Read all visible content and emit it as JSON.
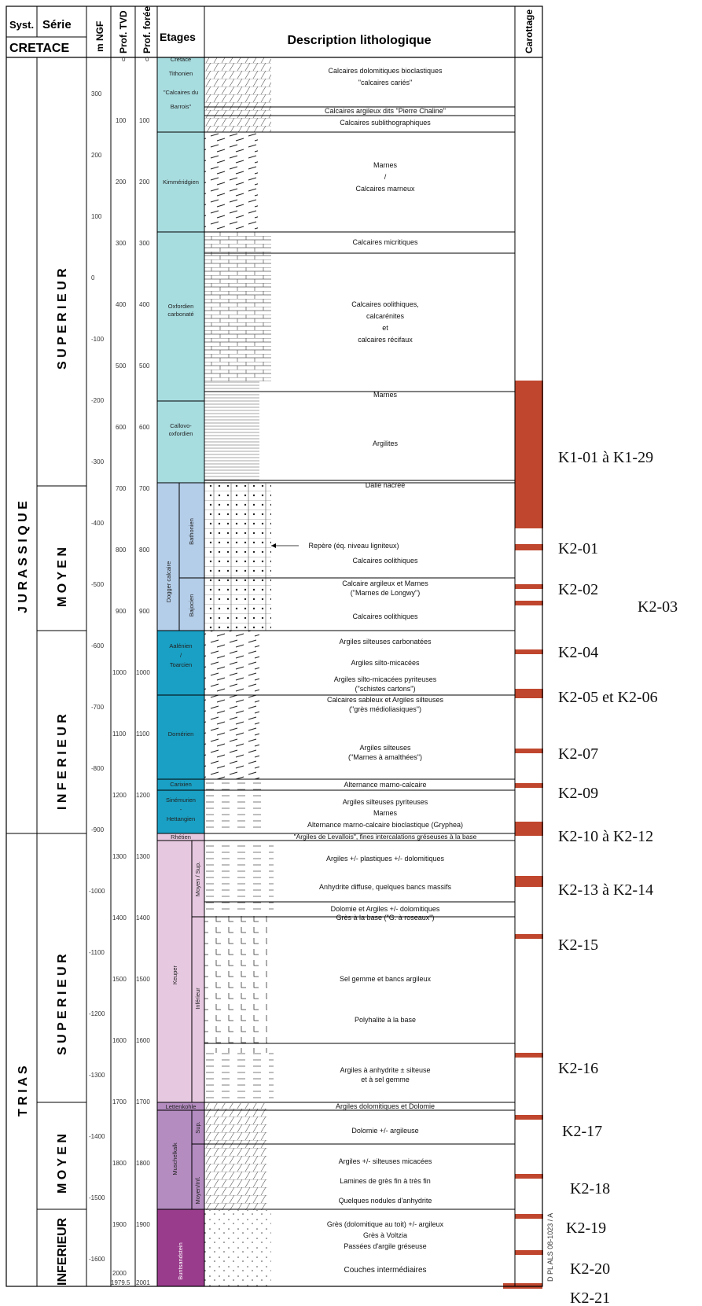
{
  "header": {
    "syst": "Syst.",
    "serie": "Série",
    "cretace": "CRETACE",
    "mngf": "m NGF",
    "prof_tvd": "Prof. TVD",
    "prof_foree": "Prof. forée",
    "etages": "Etages",
    "description": "Description lithologique",
    "carottage": "Carottage"
  },
  "systems": [
    "J U R A S S I Q U E",
    "T R I A S"
  ],
  "series": [
    "S U P E R I E U R",
    "M O Y E N",
    "I N F E R I E U R",
    "S U P E R I E U R",
    "M O Y E N",
    "INFERIEUR"
  ],
  "ngf_ticks": [
    "300",
    "200",
    "100",
    "0",
    "-100",
    "-200",
    "-300",
    "-400",
    "-500",
    "-600",
    "-700",
    "-800",
    "-900",
    "-1000",
    "-1100",
    "-1200",
    "-1300",
    "-1400",
    "-1500",
    "-1600"
  ],
  "tvd_ticks": [
    "0",
    "100",
    "200",
    "300",
    "400",
    "500",
    "600",
    "700",
    "800",
    "900",
    "1000",
    "1100",
    "1200",
    "1300",
    "1400",
    "1500",
    "1600",
    "1700",
    "1800",
    "1900",
    "2000",
    "1979.5"
  ],
  "foree_ticks": [
    "0",
    "100",
    "200",
    "300",
    "400",
    "500",
    "600",
    "700",
    "800",
    "900",
    "1000",
    "1100",
    "1200",
    "1300",
    "1400",
    "1500",
    "1600",
    "1700",
    "1800",
    "1900",
    "2001"
  ],
  "stages": [
    {
      "label": "Crétacé",
      "color": "#a8dde0"
    },
    {
      "label": "Tithonien",
      "color": "#a8dde0"
    },
    {
      "label": "\"Calcaires du",
      "color": "#a8dde0"
    },
    {
      "label": "Barrois\"",
      "color": "#a8dde0"
    },
    {
      "label": "Kimméridgien",
      "color": "#a8dde0"
    },
    {
      "label": "Oxfordien",
      "color": "#a8dde0"
    },
    {
      "label": "carbonaté",
      "color": "#a8dde0"
    },
    {
      "label": "Callovo-",
      "color": "#a8dde0"
    },
    {
      "label": "oxfordien",
      "color": "#a8dde0"
    },
    {
      "label": "Dogger calcaire",
      "color": "#b4cde8"
    },
    {
      "label": "Bathonien",
      "color": "#b4cde8"
    },
    {
      "label": "Bajocien",
      "color": "#b4cde8"
    },
    {
      "label": "Aalénien",
      "color": "#1aa0c4"
    },
    {
      "label": "/",
      "color": "#1aa0c4"
    },
    {
      "label": "Toarcien",
      "color": "#1aa0c4"
    },
    {
      "label": "Domérien",
      "color": "#1aa0c4"
    },
    {
      "label": "Carixien",
      "color": "#1aa0c4"
    },
    {
      "label": "Sinémurien",
      "color": "#1aa0c4"
    },
    {
      "label": "-",
      "color": "#1aa0c4"
    },
    {
      "label": "Hettangien",
      "color": "#1aa0c4"
    },
    {
      "label": "Rhétien",
      "color": "#e6c8e0"
    },
    {
      "label": "Keuper",
      "color": "#e6c8e0"
    },
    {
      "label": "Moyen / Sup.",
      "color": "#e6c8e0"
    },
    {
      "label": "Inférieur",
      "color": "#e6c8e0"
    },
    {
      "label": "Lettenkohle",
      "color": "#b48cc0"
    },
    {
      "label": "Muschelkalk",
      "color": "#b48cc0"
    },
    {
      "label": "Sup.",
      "color": "#b48cc0"
    },
    {
      "label": "Moyen/Inf.",
      "color": "#b48cc0"
    },
    {
      "label": "Buntsandstein",
      "color": "#9a3c8c"
    }
  ],
  "descriptions": [
    "Calcaires dolomitiques bioclastiques",
    "\"calcaires cariés\"",
    "Calcaires argileux dits \"Pierre Chaline\"",
    "Calcaires sublithographiques",
    "Marnes",
    "/",
    "Calcaires marneux",
    "Calcaires micritiques",
    "Calcaires oolithiques,",
    "calcarénites",
    "et",
    "calcaires récifaux",
    "Marnes",
    "Argilites",
    "Dalle nacrée",
    "Repère (éq. niveau ligniteux)",
    "Calcaires oolithiques",
    "Calcaire argileux et Marnes",
    "(\"Marnes de Longwy\")",
    "Calcaires oolithiques",
    "Argiles silteuses carbonatées",
    "Argiles silto-micacées",
    "Argiles silto-micacées pyriteuses",
    "(\"schistes cartons\")",
    "Calcaires sableux et Argiles silteuses",
    "(\"grès médioliasiques\")",
    "Argiles silteuses",
    "(\"Marnes à amalthées\")",
    "Alternance marno-calcaire",
    "Argiles silteuses pyriteuses",
    "Marnes",
    "Alternance marno-calcaire bioclastique (Gryphea)",
    "\"Argiles de Levallois\", fines intercalations gréseuses à la base",
    "Argiles +/- plastiques +/- dolomitiques",
    "Anhydrite diffuse, quelques bancs massifs",
    "Dolomie et Argiles +/- dolomitiques",
    "Grès à la base (\"G. à roseaux\")",
    "Sel gemme et bancs argileux",
    "Polyhalite à la base",
    "Argiles à anhydrite ± silteuse",
    "et à sel gemme",
    "Argiles dolomitiques et Dolomie",
    "Dolomie +/- argileuse",
    "Argiles +/- silteuses micacées",
    "Lamines de grès fin à très fin",
    "Quelques nodules d'anhydrite",
    "Grès (dolomitique au toit) +/- argileux",
    "Grès à Voltzia",
    "Passées d'argile gréseuse",
    "Couches intermédiaires"
  ],
  "core_labels": [
    "K1-01 à K1-29",
    "K2-01",
    "K2-02",
    "K2-03",
    "K2-04",
    "K2-05 et K2-06",
    "K2-07",
    "K2-09",
    "K2-10 à K2-12",
    "K2-13 à K2-14",
    "K2-15",
    "K2-16",
    "K2-17",
    "K2-18",
    "K2-19",
    "K2-20",
    "K2-21"
  ],
  "ref_code": "D PL ALS 08-1023 / A",
  "colors": {
    "core": "#c0472e",
    "jurassic_upper": "#a8dde0",
    "dogger": "#b4cde8",
    "lias": "#1aa0c4",
    "keuper": "#e6c8e0",
    "muschelkalk": "#b48cc0",
    "buntsandstein": "#9a3c8c"
  }
}
